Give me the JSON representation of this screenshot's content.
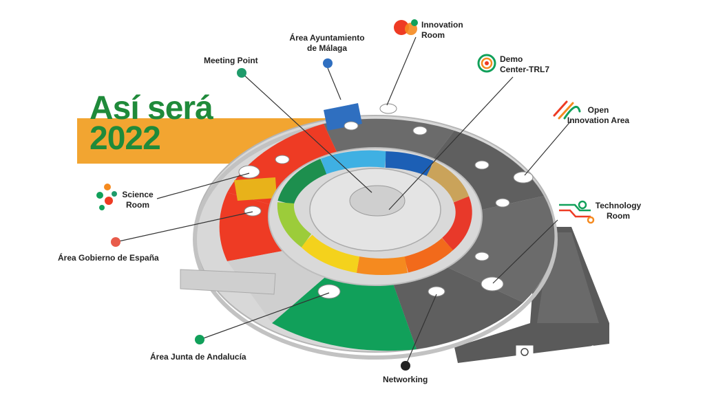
{
  "title": {
    "line1": "Así será",
    "line2": "2022"
  },
  "colors": {
    "banner": "#f2a531",
    "title": "#1f8a3a",
    "science": "#ee3b24",
    "andalucia": "#11a05a",
    "ayuntamiento": "#2f6fc0",
    "meeting": "#1f9b6b",
    "networking": "#222222",
    "gobierno": "#e85b4a"
  },
  "labels": {
    "innovation_room": [
      "Innovation",
      "Room"
    ],
    "ayuntamiento": [
      "Área Ayuntamiento",
      "de Málaga"
    ],
    "meeting_point": "Meeting Point",
    "demo_center": [
      "Demo",
      "Center-TRL7"
    ],
    "open_innovation": [
      "Open",
      "Innovation Area"
    ],
    "science_room": [
      "Science",
      "Room"
    ],
    "technology_room": [
      "Technology",
      "Room"
    ],
    "gobierno": "Área Gobierno de España",
    "andalucia": "Área Junta de Andalucía",
    "networking": "Networking"
  },
  "icons": [
    "innovation-room-icon",
    "ayuntamiento-dot-icon",
    "meeting-point-dot-icon",
    "demo-center-icon",
    "open-innovation-icon",
    "science-room-icon",
    "technology-room-icon",
    "gobierno-dot-icon",
    "andalucia-dot-icon",
    "networking-dot-icon",
    "restaurant-icon",
    "restroom-icon"
  ]
}
